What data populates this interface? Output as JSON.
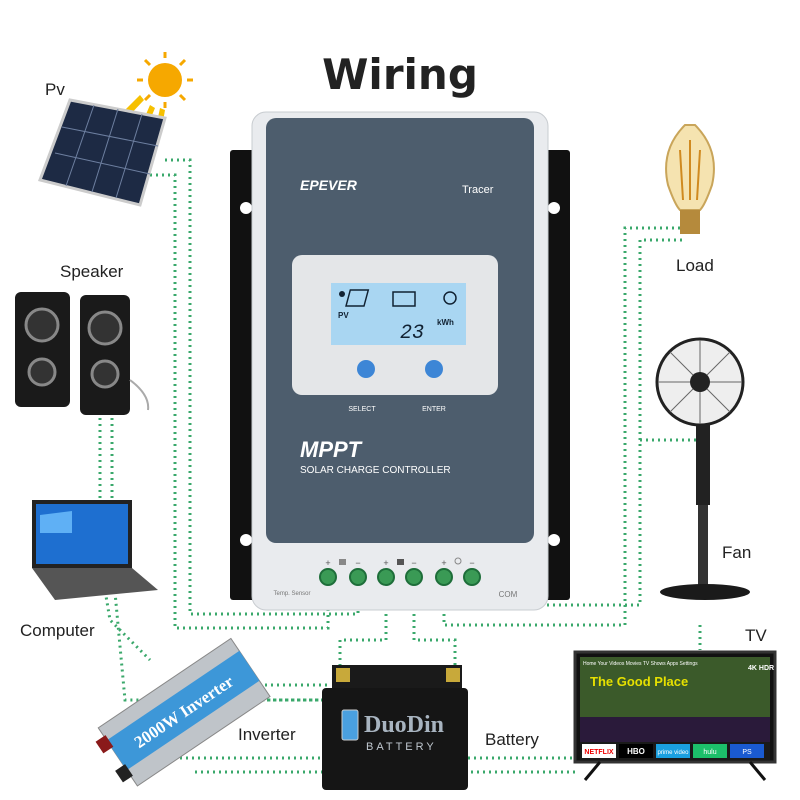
{
  "title": "Wiring",
  "labels": {
    "pv": "Pv",
    "speaker": "Speaker",
    "computer": "Computer",
    "inverter": "Inverter",
    "battery": "Battery",
    "load": "Load",
    "fan": "Fan",
    "tv": "TV"
  },
  "controller": {
    "brand": "EPEVER",
    "model": "Tracer",
    "lcd_pv": "PV",
    "lcd_value": "23",
    "lcd_unit": "kWh",
    "select_label": "SELECT",
    "enter_label": "ENTER",
    "mppt": "MPPT",
    "subtitle": "SOLAR CHARGE CONTROLLER",
    "temp_sensor": "Temp. Sensor",
    "com": "COM",
    "terminal_signs": [
      "+",
      "−",
      "+",
      "−",
      "+",
      "−"
    ]
  },
  "inverter_text": "2000W Inverter",
  "battery_brand": "DuoDin",
  "battery_word": "BATTERY",
  "tv_screen": {
    "menu": "Home  Your Videos  Movies  TV Shows  Apps  Settings",
    "show": "The Good Place",
    "badge": "4K HDR",
    "apps": [
      "NETFLIX",
      "HBO",
      "prime video",
      "hulu",
      "PS"
    ]
  },
  "colors": {
    "wire": "#3aa86b",
    "panel": "#4d5d6d",
    "lcd": "#a9d6f2",
    "button": "#3d86d6"
  }
}
